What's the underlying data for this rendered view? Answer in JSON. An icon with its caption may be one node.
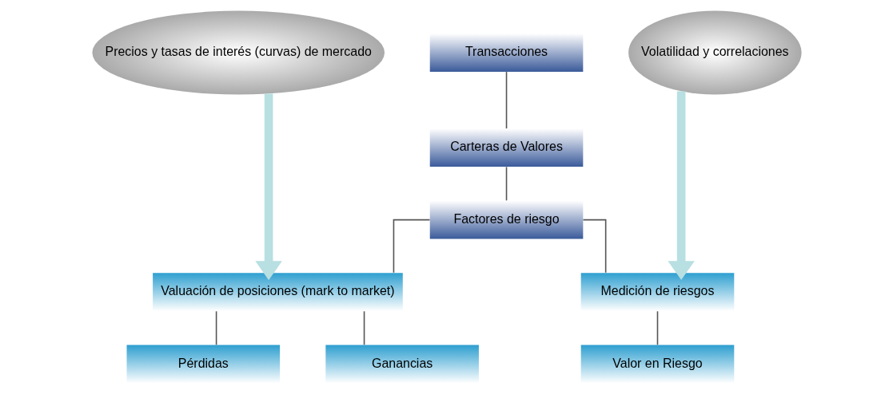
{
  "diagram": {
    "nodes": [
      {
        "text": [
          "Precios y tasas de interés (curvas) de mercado"
        ]
      },
      {
        "text": [
          "Transacciones"
        ]
      },
      {
        "text": [
          "Carteras de Valores"
        ]
      },
      {
        "text": [
          "Factores de riesgo"
        ]
      },
      {
        "text": [
          "Volatilidad y correlaciones"
        ]
      },
      {
        "text": [
          "Valuación de posiciones (mark to market)"
        ]
      },
      {
        "text": [
          "Medición de riesgos"
        ]
      },
      {
        "text": [
          "Ganancias"
        ]
      },
      {
        "text": [
          "Pérdidas"
        ]
      },
      {
        "text": [
          "Valor en Riesgo"
        ]
      }
    ],
    "edges": [
      {
        "from": 1,
        "to": 2,
        "arrow": "none"
      },
      {
        "from": 2,
        "to": 3,
        "arrow": "none"
      },
      {
        "from": 3,
        "to": 5,
        "arrow": "none"
      },
      {
        "from": 3,
        "to": 6,
        "arrow": "none"
      },
      {
        "from": 0,
        "to": 5,
        "arrow": "to",
        "style": "thick",
        "color": "#b8dfe2"
      },
      {
        "from": 4,
        "to": 6,
        "arrow": "to",
        "style": "thick",
        "color": "#b8dfe2"
      },
      {
        "from": 5,
        "to": 7,
        "arrow": "none"
      },
      {
        "from": 5,
        "to": 8,
        "arrow": "none"
      },
      {
        "from": 6,
        "to": 9,
        "arrow": "none"
      }
    ]
  }
}
